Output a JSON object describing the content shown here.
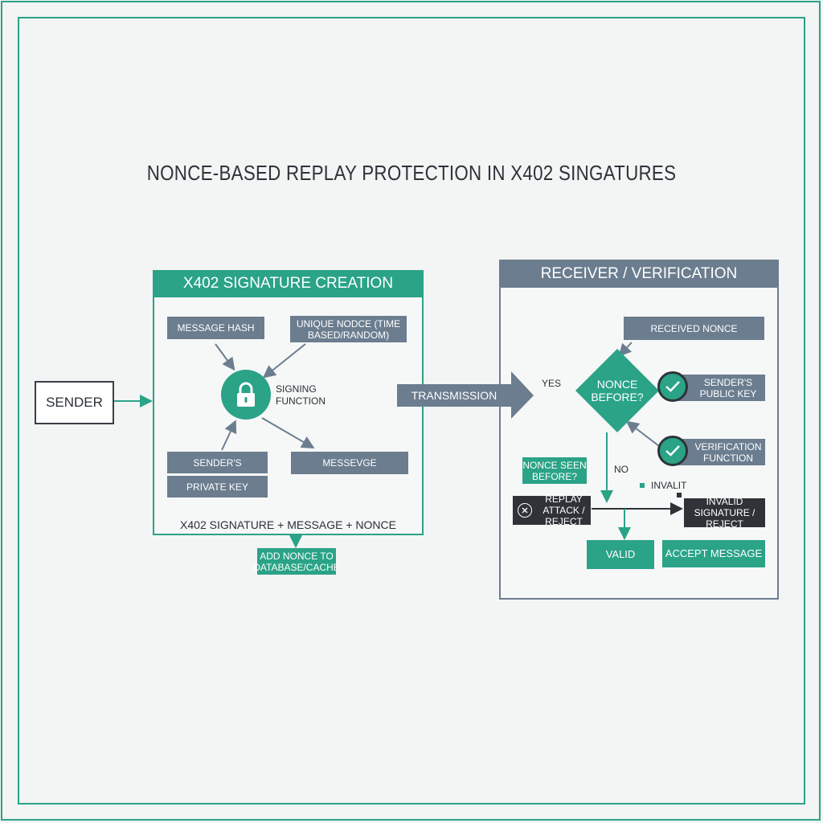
{
  "title": "NONCE-BASED REPLAY PROTECTION IN X402 SINGATURES",
  "sender": "SENDER",
  "creation": {
    "header": "X402 SIGNATURE CREATION",
    "message_hash": "MESSAGE HASH",
    "unique_nonce": "UNIQUE NODCE (TIME BASED/RANDOM)",
    "signing_function": "SIGNING FUNCTION",
    "senders": "SENDER'S",
    "private_key": "PRIVATE KEY",
    "message": "MESSEVGE",
    "bundle": "X402 SIGNATURE + MESSAGE + NONCE",
    "add_nonce": "ADD NONCE TO DATABASE/CACHE"
  },
  "transmission": "TRANSMISSION",
  "receiver": {
    "header": "RECEIVER / VERIFICATION",
    "received_nonce": "RECEIVED NONCE",
    "decision": "NONCE BEFORE?",
    "yes": "YES",
    "no": "NO",
    "public_key": "SENDER'S PUBLIC KEY",
    "verification_function": "VERIFICATION FUNCTION",
    "nonce_seen": "NONCE SEEN BEFORE?",
    "invalid_label": "INVALIT",
    "replay_attack": "REPLAY ATTACK / REJECT",
    "invalid_signature": "INVALID SIGNATURE / REJECT",
    "valid": "VALID",
    "accept": "ACCEPT MESSAGE"
  },
  "colors": {
    "teal": "#2aa387",
    "slate": "#6b7d8f",
    "dark": "#2f3338",
    "background": "#f3f4f4"
  },
  "icons": [
    "padlock-icon",
    "checkmark-icon",
    "x-circle-icon",
    "arrow-icon"
  ]
}
